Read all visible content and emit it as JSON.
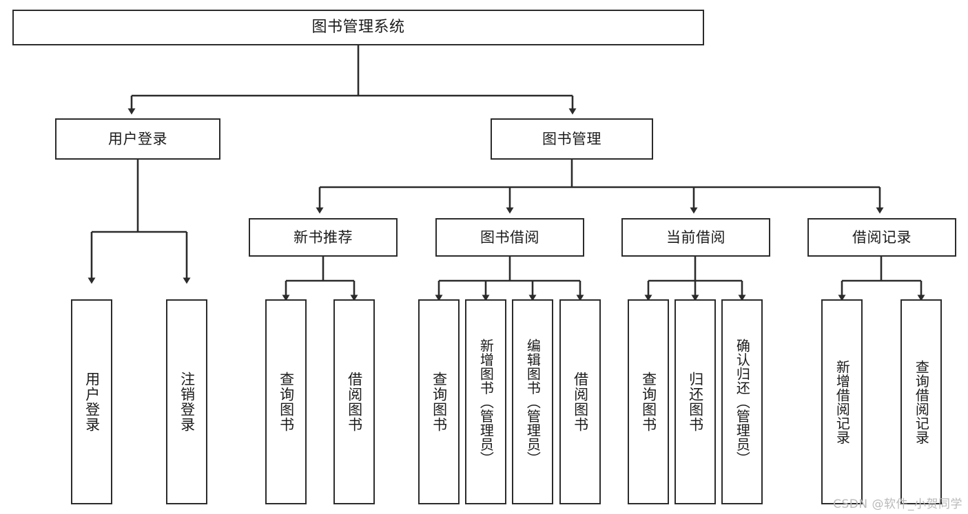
{
  "diagram": {
    "title": "图书管理系统",
    "watermark": "CSDN @软件_小贺同学",
    "line_color": "#2b2b2b",
    "box_fill": "#ffffff",
    "text_color": "#1b1b1b"
  },
  "nodes": {
    "root": {
      "label": "图书管理系统"
    },
    "level2": [
      {
        "label": "用户登录"
      },
      {
        "label": "图书管理"
      }
    ],
    "level3": [
      {
        "label": "新书推荐"
      },
      {
        "label": "图书借阅"
      },
      {
        "label": "当前借阅"
      },
      {
        "label": "借阅记录"
      }
    ],
    "leaves": {
      "user_login": [
        {
          "label": "用户登录"
        },
        {
          "label": "注销登录"
        }
      ],
      "new_book": [
        {
          "label": "查询图书"
        },
        {
          "label": "借阅图书"
        }
      ],
      "book_borrow": [
        {
          "label": "查询图书"
        },
        {
          "label": "新增图书（管理员）"
        },
        {
          "label": "编辑图书（管理员）"
        },
        {
          "label": "借阅图书"
        }
      ],
      "current_borrow": [
        {
          "label": "查询图书"
        },
        {
          "label": "归还图书"
        },
        {
          "label": "确认归还（管理员）"
        }
      ],
      "borrow_record": [
        {
          "label": "新增借阅记录"
        },
        {
          "label": "查询借阅记录"
        }
      ]
    }
  }
}
